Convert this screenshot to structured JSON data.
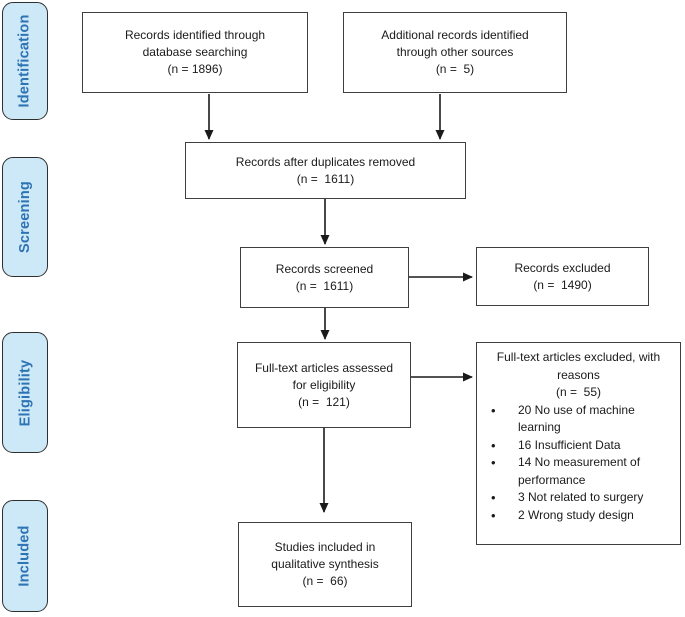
{
  "colors": {
    "stage_fill": "#cde8f6",
    "stage_text": "#2e74b5",
    "stage_border": "#2f2f2f",
    "box_border": "#3f3f3f",
    "box_text": "#1a1a1a",
    "arrow": "#1a1a1a"
  },
  "stages": [
    {
      "label": "Identification"
    },
    {
      "label": "Screening"
    },
    {
      "label": "Eligibility"
    },
    {
      "label": "Included"
    }
  ],
  "boxes": {
    "identified": "Records identified through\ndatabase searching\n(n = 1896)",
    "additional": "Additional records identified\nthrough other sources\n(n =  5)",
    "duplicates_removed": "Records after duplicates removed\n(n =  1611)",
    "screened": "Records screened\n(n =  1611)",
    "records_excluded": "Records excluded\n(n =  1490)",
    "fulltext_assessed": "Full-text articles assessed\nfor eligibility\n(n =  121)",
    "fulltext_excluded_title": "Full-text articles excluded, with\nreasons\n(n =  55)",
    "included_synthesis": "Studies included in\nqualitative synthesis\n(n =  66)"
  },
  "reasons": [
    "20 No use of machine learning",
    "16 Insufficient Data",
    "14 No measurement of performance",
    "3 Not related to surgery",
    "2 Wrong study design"
  ]
}
